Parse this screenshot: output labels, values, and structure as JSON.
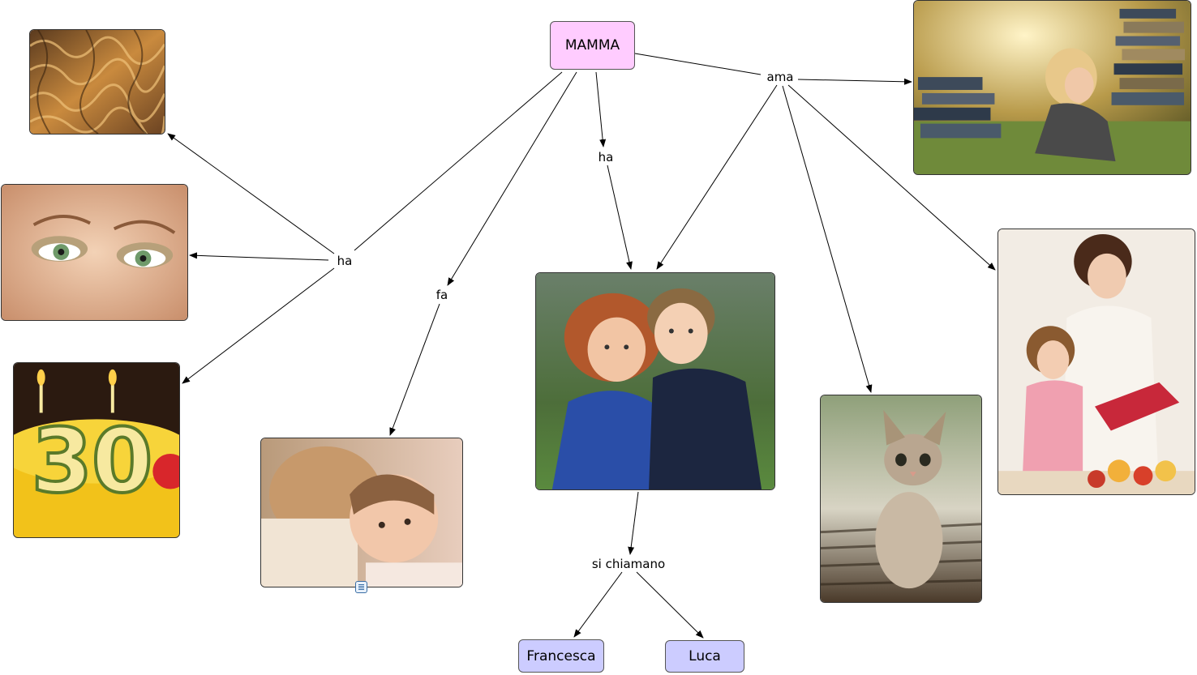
{
  "colors": {
    "root_fill": "#ffccff",
    "name_fill": "#ccccff",
    "link": "#000000"
  },
  "root": {
    "label": "MAMMA"
  },
  "links": {
    "ama": "ama",
    "ha_left": "ha",
    "ha_center": "ha",
    "fa": "fa",
    "si_chiamano": "si chiamano"
  },
  "names": {
    "francesca": "Francesca",
    "luca": "Luca"
  },
  "photos": [
    "curly-hair-photo",
    "green-eyes-photo",
    "birthday-cake-30-photo",
    "mother-kissing-child-photo",
    "two-children-photo",
    "girl-reading-books-photo",
    "kitten-photo",
    "mother-cooking-with-daughter-photo"
  ],
  "icons": {
    "note": "note-icon"
  }
}
